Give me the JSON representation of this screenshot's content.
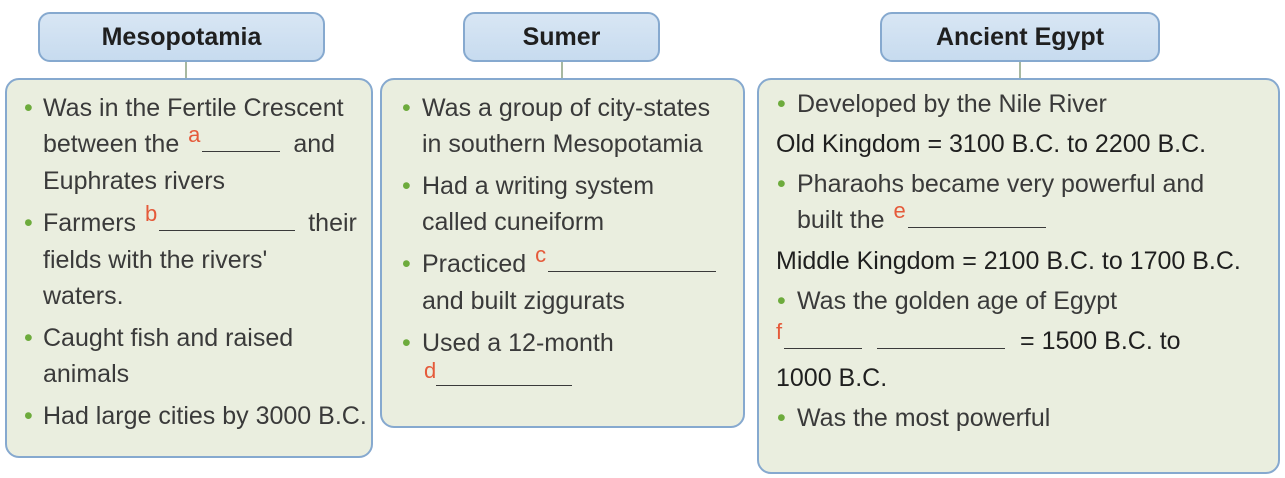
{
  "headers": {
    "mesopotamia": "Mesopotamia",
    "sumer": "Sumer",
    "egypt": "Ancient Egypt"
  },
  "mesopotamia": {
    "item1_line1": "Was in the Fertile Crescent",
    "item1_line2_a": "between the",
    "item1_letter": "a",
    "item1_line2_b": "and",
    "item1_line3": "Euphrates rivers",
    "item2_a": "Farmers",
    "item2_letter": "b",
    "item2_b": "their",
    "item2_line2": "fields with the rivers'",
    "item2_line3": "waters.",
    "item3_line1": "Caught fish and raised",
    "item3_line2": "animals",
    "item4": "Had large cities by 3000 B.C."
  },
  "sumer": {
    "item1_line1": "Was a group of city-states",
    "item1_line2": "in southern Mesopotamia",
    "item2_line1": "Had a writing system",
    "item2_line2": "called cuneiform",
    "item3_a": "Practiced",
    "item3_letter": "c",
    "item3_line2": "and built ziggurats",
    "item4_line1": "Used a 12-month",
    "item4_letter": "d"
  },
  "egypt": {
    "item1": "Developed by the Nile River",
    "old_kingdom": "Old Kingdom = 3100 B.C. to 2200 B.C.",
    "item2_line1": "Pharaohs became very powerful and",
    "item2_line2_a": "built the",
    "item2_letter": "e",
    "middle_kingdom": "Middle Kingdom = 2100 B.C. to 1700 B.C.",
    "item3": "Was the golden age of Egypt",
    "f_letter": "f",
    "f_suffix": "= 1500 B.C. to",
    "f_line2": "1000 B.C.",
    "item4": "Was the most powerful"
  },
  "colors": {
    "bullet": "#6dab3c",
    "letter": "#e55a3a",
    "panel_bg": "#eaeedf",
    "border": "#86a9cf",
    "header_bg": "#c7dbef"
  }
}
